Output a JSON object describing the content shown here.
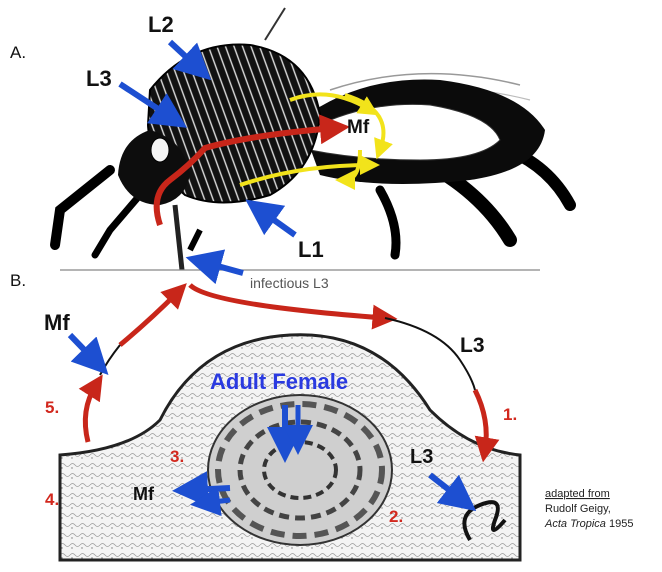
{
  "panels": {
    "a": "A.",
    "b": "B."
  },
  "stages": {
    "l1": "L1",
    "l2": "L2",
    "l3_fly": "L3",
    "mf_fly": "Mf",
    "infectious_l3": "infectious L3",
    "mf_skin": "Mf",
    "l3_skin": "L3",
    "adult_female": "Adult Female",
    "mf_nodule": "Mf",
    "l3_nodule": "L3"
  },
  "steps": [
    "1.",
    "2.",
    "3.",
    "4.",
    "5."
  ],
  "credit": {
    "line1": "adapted from",
    "line2": "Rudolf Geigy,",
    "journal": "Acta Tropica",
    "year": " 1955"
  },
  "colors": {
    "arrow_blue": "#1d4fd1",
    "arrow_red": "#c8261a",
    "arrow_yellow": "#f2e31b",
    "step_red": "#d2281e",
    "adult_label": "#2a3ae0"
  }
}
